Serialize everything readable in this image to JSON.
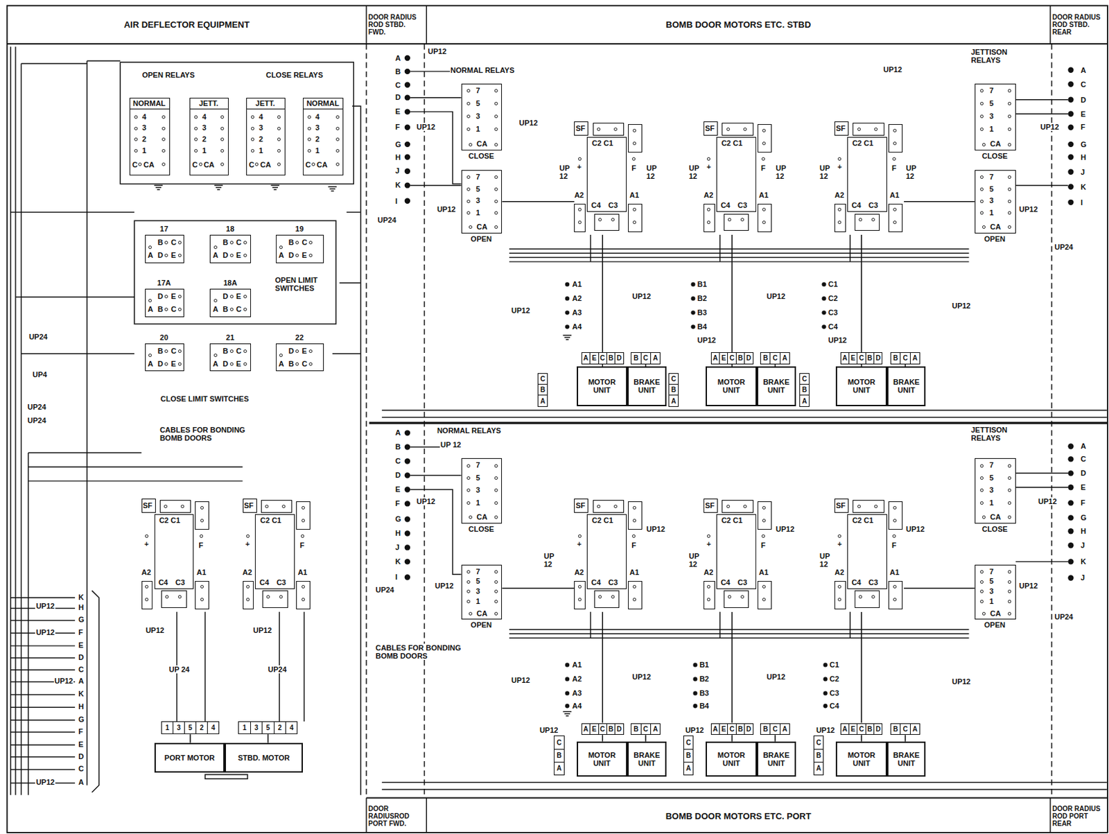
{
  "diagram": {
    "nodes": [
      {
        "text": [
          "AIR DEFLECTOR EQUIPMENT"
        ]
      },
      {
        "text": [
          "DOOR RADIUS ROD STBD. FWD."
        ]
      },
      {
        "text": [
          "BOMB DOOR MOTORS ETC. STBD"
        ]
      },
      {
        "text": [
          "DOOR RADIUS ROD STBD. REAR"
        ]
      },
      {
        "text": [
          "NORMAL",
          "4",
          "3",
          "2",
          "1",
          "C",
          "CA"
        ]
      },
      {
        "text": [
          "JETT.",
          "4",
          "3",
          "2",
          "1",
          "C",
          "CA"
        ]
      },
      {
        "text": [
          "JETT.",
          "4",
          "3",
          "2",
          "1",
          "C",
          "CA"
        ]
      },
      {
        "text": [
          "NORMAL",
          "4",
          "3",
          "2",
          "1",
          "C",
          "CA"
        ]
      },
      {
        "text": [
          "17",
          "A",
          "B",
          "C",
          "D",
          "E"
        ]
      },
      {
        "text": [
          "18",
          "A",
          "B",
          "C",
          "D",
          "E"
        ]
      },
      {
        "text": [
          "19",
          "A",
          "B",
          "C",
          "D",
          "E"
        ]
      },
      {
        "text": [
          "17A",
          "A",
          "D",
          "E",
          "B",
          "C"
        ]
      },
      {
        "text": [
          "18A",
          "A",
          "D",
          "E",
          "B",
          "C"
        ]
      },
      {
        "text": [
          "20",
          "A",
          "B",
          "C",
          "D",
          "E"
        ]
      },
      {
        "text": [
          "21",
          "A",
          "B",
          "C",
          "D",
          "E"
        ]
      },
      {
        "text": [
          "22",
          "A",
          "D",
          "E",
          "B",
          "C"
        ]
      },
      {
        "text": [
          "SF",
          "C2 C1",
          "+",
          "F",
          "A2",
          "C4",
          "C3",
          "A1"
        ]
      },
      {
        "text": [
          "SF",
          "C2 C1",
          "+",
          "F",
          "A2",
          "C4",
          "C3",
          "A1"
        ]
      },
      {
        "text": [
          "1",
          "3",
          "5",
          "2",
          "4"
        ]
      },
      {
        "text": [
          "1",
          "3",
          "5",
          "2",
          "4"
        ]
      },
      {
        "text": [
          "PORT MOTOR"
        ]
      },
      {
        "text": [
          "STBD. MOTOR"
        ]
      },
      {
        "text": [
          "CLOSE",
          "7",
          "5",
          "3",
          "1",
          "CA"
        ]
      },
      {
        "text": [
          "OPEN",
          "7",
          "5",
          "3",
          "1",
          "CA"
        ]
      },
      {
        "text": [
          "SF",
          "C2 C1",
          "+",
          "F",
          "A2",
          "C4",
          "C3",
          "A1"
        ]
      },
      {
        "text": [
          "SF",
          "C2 C1",
          "+",
          "F",
          "A2",
          "C4",
          "C3",
          "A1"
        ]
      },
      {
        "text": [
          "SF",
          "C2 C1",
          "+",
          "F",
          "A2",
          "C4",
          "C3",
          "A1"
        ]
      },
      {
        "text": [
          "C",
          "B",
          "A"
        ]
      },
      {
        "text": [
          "C",
          "B",
          "A"
        ]
      },
      {
        "text": [
          "C",
          "B",
          "A"
        ]
      },
      {
        "text": [
          "A",
          "E",
          "C",
          "B",
          "D"
        ]
      },
      {
        "text": [
          "A",
          "E",
          "C",
          "B",
          "D"
        ]
      },
      {
        "text": [
          "A",
          "E",
          "C",
          "B",
          "D"
        ]
      },
      {
        "text": [
          "B",
          "C",
          "A"
        ]
      },
      {
        "text": [
          "B",
          "C",
          "A"
        ]
      },
      {
        "text": [
          "B",
          "C",
          "A"
        ]
      },
      {
        "text": [
          "MOTOR UNIT"
        ]
      },
      {
        "text": [
          "MOTOR UNIT"
        ]
      },
      {
        "text": [
          "MOTOR UNIT"
        ]
      },
      {
        "text": [
          "BRAKE UNIT"
        ]
      },
      {
        "text": [
          "BRAKE UNIT"
        ]
      },
      {
        "text": [
          "BRAKE UNIT"
        ]
      },
      {
        "text": [
          "CLOSE",
          "7",
          "5",
          "3",
          "1",
          "CA"
        ]
      },
      {
        "text": [
          "OPEN",
          "7",
          "5",
          "3",
          "1",
          "CA"
        ]
      },
      {
        "text": [
          "CLOSE",
          "7",
          "5",
          "3",
          "1",
          "CA"
        ]
      },
      {
        "text": [
          "OPEN",
          "7",
          "5",
          "3",
          "1",
          "CA"
        ]
      },
      {
        "text": [
          "SF",
          "C2 C1",
          "+",
          "F",
          "A2",
          "C4",
          "C3",
          "A1"
        ]
      },
      {
        "text": [
          "SF",
          "C2 C1",
          "+",
          "F",
          "A2",
          "C4",
          "C3",
          "A1"
        ]
      },
      {
        "text": [
          "SF",
          "C2 C1",
          "+",
          "F",
          "A2",
          "C4",
          "C3",
          "A1"
        ]
      },
      {
        "text": [
          "C",
          "B",
          "A"
        ]
      },
      {
        "text": [
          "C",
          "B",
          "A"
        ]
      },
      {
        "text": [
          "C",
          "B",
          "A"
        ]
      },
      {
        "text": [
          "A",
          "E",
          "C",
          "B",
          "D"
        ]
      },
      {
        "text": [
          "A",
          "E",
          "C",
          "B",
          "D"
        ]
      },
      {
        "text": [
          "A",
          "E",
          "C",
          "B",
          "D"
        ]
      },
      {
        "text": [
          "B",
          "C",
          "A"
        ]
      },
      {
        "text": [
          "B",
          "C",
          "A"
        ]
      },
      {
        "text": [
          "B",
          "C",
          "A"
        ]
      },
      {
        "text": [
          "MOTOR UNIT"
        ]
      },
      {
        "text": [
          "MOTOR UNIT"
        ]
      },
      {
        "text": [
          "MOTOR UNIT"
        ]
      },
      {
        "text": [
          "BRAKE UNIT"
        ]
      },
      {
        "text": [
          "BRAKE UNIT"
        ]
      },
      {
        "text": [
          "BRAKE UNIT"
        ]
      },
      {
        "text": [
          "CLOSE",
          "7",
          "5",
          "3",
          "1",
          "CA"
        ]
      },
      {
        "text": [
          "OPEN",
          "7",
          "5",
          "3",
          "1",
          "CA"
        ]
      },
      {
        "text": [
          "DOOR RADIUSROD PORT FWD."
        ]
      },
      {
        "text": [
          "BOMB DOOR MOTORS ETC. PORT"
        ]
      },
      {
        "text": [
          "DOOR RADIUS ROD PORT REAR"
        ]
      }
    ],
    "edges": [
      {
        "from": 23,
        "to": 24,
        "arrow": "none"
      },
      {
        "from": 43,
        "to": 26,
        "arrow": "none"
      },
      {
        "from": 24,
        "to": 30,
        "arrow": "none"
      },
      {
        "from": 25,
        "to": 31,
        "arrow": "none"
      },
      {
        "from": 26,
        "to": 32,
        "arrow": "none"
      },
      {
        "from": 30,
        "to": 36,
        "arrow": "none"
      },
      {
        "from": 31,
        "to": 37,
        "arrow": "none"
      },
      {
        "from": 32,
        "to": 38,
        "arrow": "none"
      },
      {
        "from": 33,
        "to": 39,
        "arrow": "none"
      },
      {
        "from": 34,
        "to": 40,
        "arrow": "none"
      },
      {
        "from": 35,
        "to": 41,
        "arrow": "none"
      },
      {
        "from": 45,
        "to": 46,
        "arrow": "none"
      },
      {
        "from": 65,
        "to": 48,
        "arrow": "none"
      },
      {
        "from": 46,
        "to": 52,
        "arrow": "none"
      },
      {
        "from": 47,
        "to": 53,
        "arrow": "none"
      },
      {
        "from": 48,
        "to": 54,
        "arrow": "none"
      },
      {
        "from": 52,
        "to": 58,
        "arrow": "none"
      },
      {
        "from": 53,
        "to": 59,
        "arrow": "none"
      },
      {
        "from": 54,
        "to": 60,
        "arrow": "none"
      },
      {
        "from": 55,
        "to": 61,
        "arrow": "none"
      },
      {
        "from": 56,
        "to": 62,
        "arrow": "none"
      },
      {
        "from": 57,
        "to": 63,
        "arrow": "none"
      },
      {
        "from": 18,
        "to": 20,
        "arrow": "none"
      },
      {
        "from": 19,
        "to": 21,
        "arrow": "none"
      }
    ],
    "labels": [
      "OPEN RELAYS",
      "CLOSE RELAYS",
      "OPEN LIMIT SWITCHES",
      "CLOSE LIMIT SWITCHES",
      "CABLES FOR BONDING BOMB DOORS",
      "UP24",
      "UP4",
      "UP24",
      "UP24",
      "K",
      "UP12",
      "H",
      "G",
      "UP12",
      "F",
      "E",
      "D",
      "C",
      "UP12",
      "A",
      "K",
      "H",
      "G",
      "F",
      "E",
      "D",
      "C",
      "UP12",
      "A",
      "UP12",
      "UP12",
      "UP 24",
      "UP24",
      "UP12",
      "NORMAL RELAYS",
      "A",
      "B",
      "C",
      "D",
      "E",
      "F",
      "UP12",
      "G",
      "H",
      "J",
      "K",
      "I",
      "UP24",
      "UP12",
      "UP12",
      "UP12",
      "UP 12",
      "UP 12",
      "UP 12",
      "UP 12",
      "UP 12",
      "UP 12",
      "A1",
      "A2",
      "A3",
      "A4",
      "UP12",
      "B1",
      "B2",
      "B3",
      "B4",
      "UP12",
      "UP12",
      "C1",
      "C2",
      "C3",
      "C4",
      "UP12",
      "UP12",
      "UP12",
      "JETTISON RELAYS",
      "A",
      "C",
      "D",
      "E",
      "F",
      "UP12",
      "G",
      "H",
      "J",
      "K",
      "I",
      "UP12",
      "UP24",
      "NORMAL RELAYS",
      "UP 12",
      "A",
      "B",
      "C",
      "D",
      "E",
      "F",
      "UP12",
      "G",
      "H",
      "J",
      "K",
      "I",
      "UP24",
      "UP12",
      "CABLES FOR BONDING BOMB DOORS",
      "UP12",
      "UP 12",
      "UP12",
      "UP 12",
      "UP12",
      "UP 12",
      "UP12",
      "A1",
      "A2",
      "A3",
      "A4",
      "UP12",
      "B1",
      "B2",
      "B3",
      "B4",
      "UP12",
      "C1",
      "C2",
      "C3",
      "C4",
      "UP12",
      "UP12",
      "UP12",
      "UP12",
      "JETTISON RELAYS",
      "UP12",
      "UP12",
      "UP24",
      "A",
      "C",
      "D",
      "E",
      "F",
      "G",
      "H",
      "J",
      "K",
      "J"
    ]
  }
}
